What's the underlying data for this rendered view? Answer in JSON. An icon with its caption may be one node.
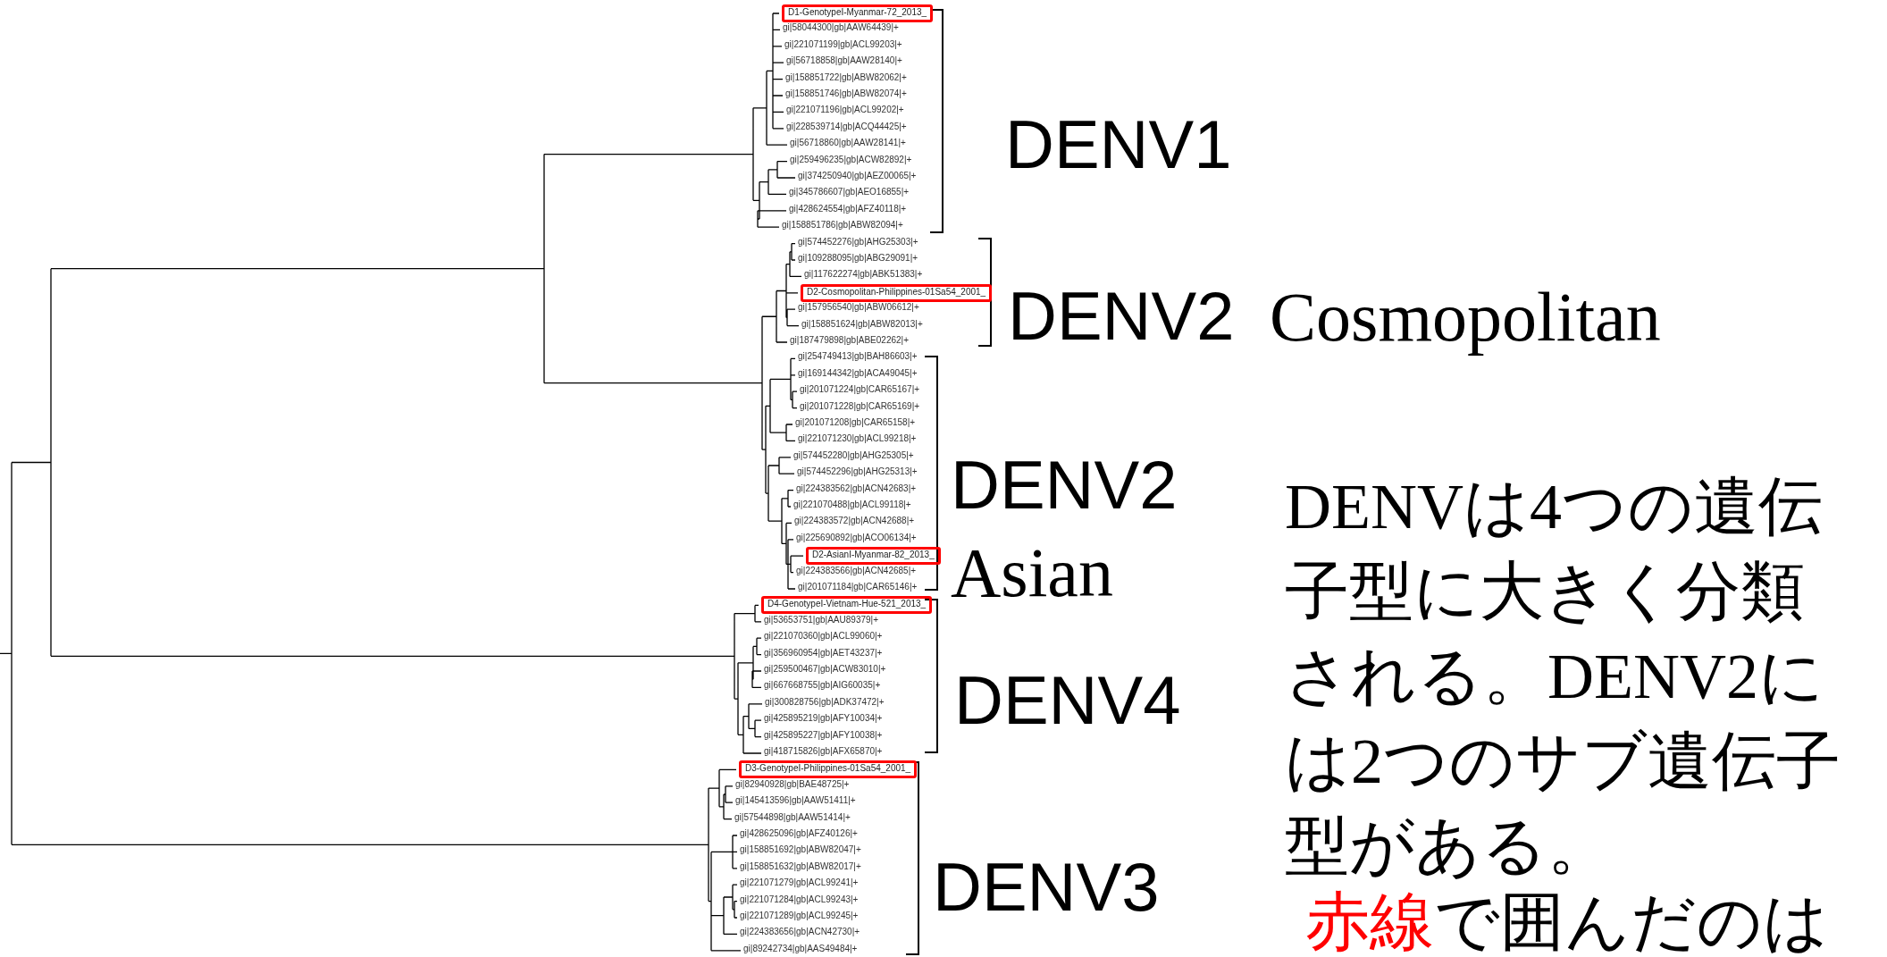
{
  "diagram": {
    "nodes": [
      {
        "text": [
          "D1-GenotypeI-Myanmar-72_2013_"
        ]
      },
      {
        "text": [
          "D2-Cosmopolitan-Philippines-01Sa54_2001_"
        ]
      },
      {
        "text": [
          "D2-AsianI-Myanmar-82_2013_"
        ]
      },
      {
        "text": [
          "D4-GenotypeI-Vietnam-Hue-521_2013_"
        ]
      },
      {
        "text": [
          "D3-GenotypeI-Philippines-01Sa54_2001_"
        ]
      }
    ],
    "labels": [
      "gi|58044300|gb|AAW64439|+",
      "gi|221071199|gb|ACL99203|+",
      "gi|56718858|gb|AAW28140|+",
      "gi|158851722|gb|ABW82062|+",
      "gi|158851746|gb|ABW82074|+",
      "gi|221071196|gb|ACL99202|+",
      "gi|228539714|gb|ACQ44425|+",
      "gi|56718860|gb|AAW28141|+",
      "gi|259496235|gb|ACW82892|+",
      "gi|374250940|gb|AEZ00065|+",
      "gi|345786607|gb|AEO16855|+",
      "gi|428624554|gb|AFZ40118|+",
      "gi|158851786|gb|ABW82094|+",
      "gi|574452276|gb|AHG25303|+",
      "gi|109288095|gb|ABG29091|+",
      "gi|117622274|gb|ABK51383|+",
      "gi|157956540|gb|ABW06612|+",
      "gi|158851624|gb|ABW82013|+",
      "gi|187479898|gb|ABE02262|+",
      "gi|254749413|gb|BAH86603|+",
      "gi|169144342|gb|ACA49045|+",
      "gi|201071224|gb|CAR65167|+",
      "gi|201071228|gb|CAR65169|+",
      "gi|201071208|gb|CAR65158|+",
      "gi|221071230|gb|ACL99218|+",
      "gi|574452280|gb|AHG25305|+",
      "gi|574452296|gb|AHG25313|+",
      "gi|224383562|gb|ACN42683|+",
      "gi|221070488|gb|ACL99118|+",
      "gi|224383572|gb|ACN42688|+",
      "gi|225690892|gb|ACO06134|+",
      "gi|224383566|gb|ACN42685|+",
      "gi|201071184|gb|CAR65146|+",
      "gi|53653751|gb|AAU89379|+",
      "gi|221070360|gb|ACL99060|+",
      "gi|356960954|gb|AET43237|+",
      "gi|259500467|gb|ACW83010|+",
      "gi|667668755|gb|AIG60035|+",
      "gi|300828756|gb|ADK37472|+",
      "gi|425895219|gb|AFY10034|+",
      "gi|425895227|gb|AFY10038|+",
      "gi|418715826|gb|AFX65870|+",
      "gi|82940928|gb|BAE48725|+",
      "gi|145413596|gb|AAW51411|+",
      "gi|57544898|gb|AAW51414|+",
      "gi|428625096|gb|AFZ40126|+",
      "gi|158851692|gb|ABW82047|+",
      "gi|158851632|gb|ABW82017|+",
      "gi|221071279|gb|ACL99241|+",
      "gi|221071284|gb|ACL99243|+",
      "gi|221071289|gb|ACL99245|+",
      "gi|224383656|gb|ACN42730|+",
      "gi|89242734|gb|AAS49484|+",
      "DENV1",
      "DENV2",
      "Cosmopolitan",
      "DENV2",
      "Asian",
      "DENV4",
      "DENV3",
      "DENVは4つの遺伝子型に大きく分類される。DENV2には2つのサブ遺伝子型がある。",
      "赤線",
      "で囲んだのは"
    ]
  }
}
